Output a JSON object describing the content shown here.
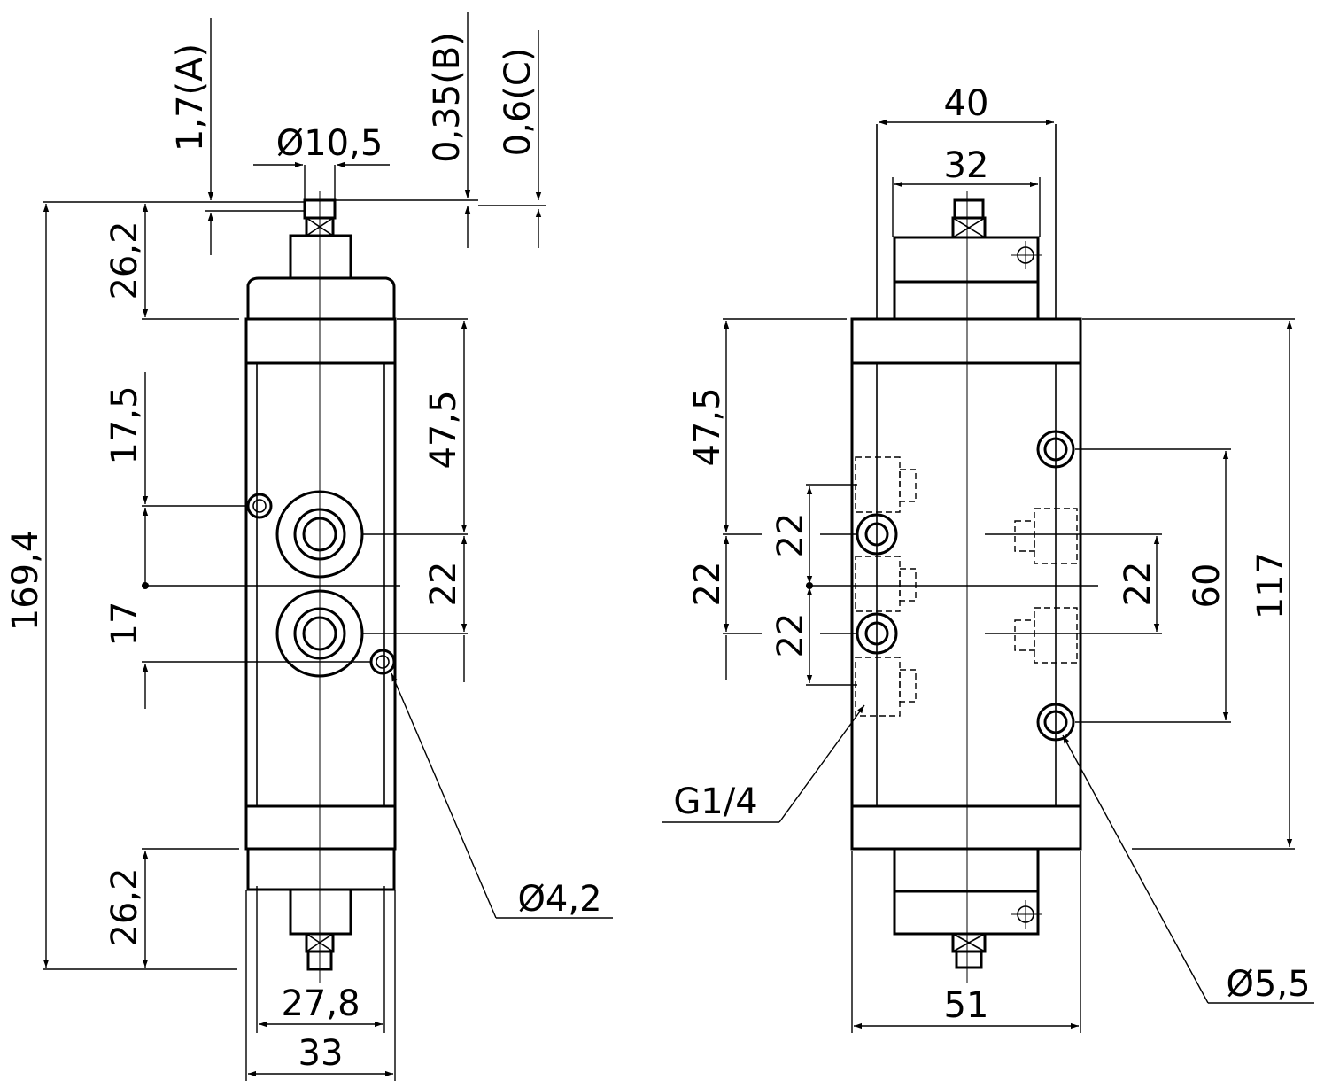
{
  "left_view": {
    "tol_a": "1,7(A)",
    "tol_b": "0,35(B)",
    "tol_c": "0,6(C)",
    "stem_diameter": "Ø10,5",
    "top_cap": "26,2",
    "bottom_cap": "26,2",
    "overall_length": "169,4",
    "upper_offset": "17,5",
    "lower_offset": "17",
    "port_offset": "47,5",
    "port_pitch": "22",
    "mount_hole": "Ø4,2",
    "inner_width": "27,8",
    "body_width": "33"
  },
  "right_view": {
    "cap_width": "40",
    "stem_width": "32",
    "port_offset": "47,5",
    "port_pitch_main": "22",
    "port_pitch_upper": "22",
    "port_pitch_lower": "22",
    "port_pitch_rear": "22",
    "hole_spacing": "60",
    "hole_span": "117",
    "thread": "G1/4",
    "mount_hole": "Ø5,5",
    "body_width": "51"
  }
}
